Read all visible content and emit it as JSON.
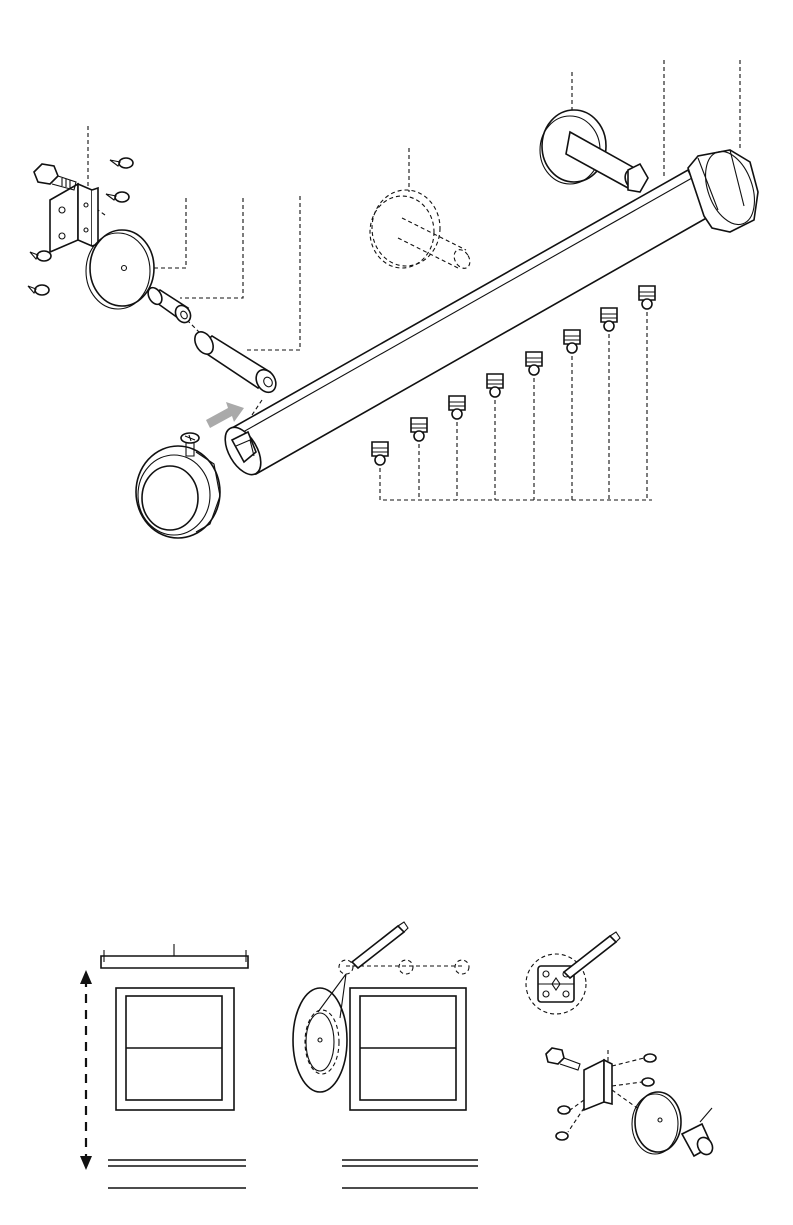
{
  "diagram": {
    "type": "exploded-assembly-illustration",
    "parts": [
      "mounting-bracket",
      "hex-bolt",
      "wood-screw",
      "wall-flange",
      "short-spacer",
      "long-spacer",
      "support-arm",
      "ghost-support-arm",
      "curtain-rod",
      "end-cap-finial",
      "set-screw",
      "rod-ring-glider",
      "insert-arrow",
      "window-frame",
      "pencil",
      "measuring-line"
    ],
    "glider_count": 8,
    "colors": {
      "ink": "#111111",
      "arrow": "#aaaaaa",
      "background": "#ffffff"
    }
  }
}
